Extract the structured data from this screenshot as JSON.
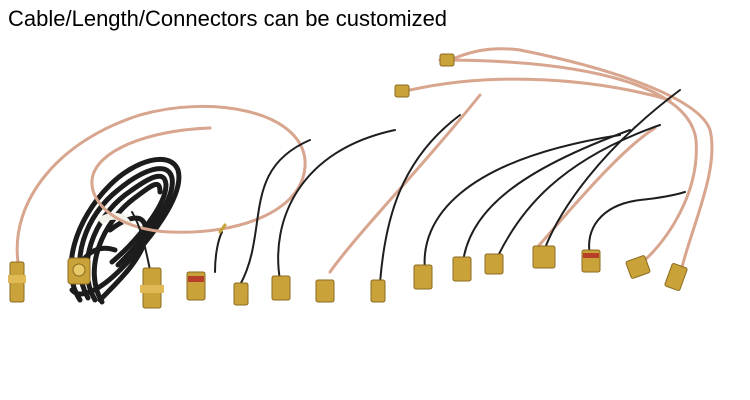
{
  "caption": "Cable/Length/Connectors can be customized",
  "colors": {
    "background": "#ffffff",
    "caption_text": "#000000",
    "rf_cable": "#d8a58e",
    "black_cable": "#1c1c1c",
    "gold_connector": "#c9a23a",
    "gold_dark": "#8a6a1f",
    "red_insulator": "#b8402a"
  },
  "objects": [
    {
      "kind": "sma-female-connector",
      "cable": "rf-coax"
    },
    {
      "kind": "sma-female-connector",
      "cable": "black-extension-coiled"
    },
    {
      "kind": "sma-female-connector",
      "cable": "black-thin"
    },
    {
      "kind": "sma-female-connector",
      "cable": "rf-coax"
    },
    {
      "kind": "sma-male-connector",
      "cable": "black-thin"
    },
    {
      "kind": "sma-female-connector",
      "cable": "black-thin"
    },
    {
      "kind": "sma-female-connector",
      "cable": "rf-coax"
    },
    {
      "kind": "sma-male-connector",
      "cable": "black-thin"
    },
    {
      "kind": "sma-female-connector",
      "cable": "black-thin"
    },
    {
      "kind": "sma-female-connector",
      "cable": "black-thin"
    },
    {
      "kind": "sma-female-connector",
      "cable": "black-thin"
    },
    {
      "kind": "pcb-mount-connector",
      "cable": "rf-coax"
    },
    {
      "kind": "sma-female-connector",
      "cable": "black-thin"
    },
    {
      "kind": "sma-male-connector",
      "cable": "rf-coax"
    },
    {
      "kind": "sma-female-connector",
      "cable": "rf-coax"
    }
  ]
}
